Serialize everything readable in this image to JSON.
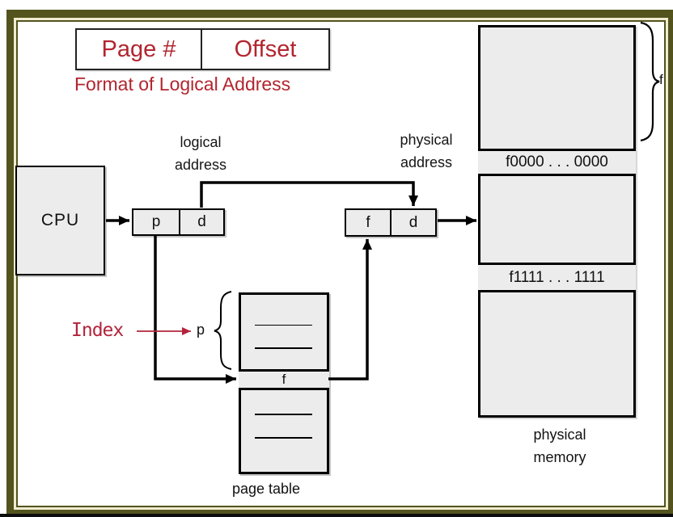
{
  "slide": {
    "format_box": {
      "page_cell": "Page #",
      "offset_cell": "Offset"
    },
    "format_caption": "Format of Logical Address",
    "cpu_label": "CPU",
    "logical_address": {
      "line1": "logical",
      "line2": "address"
    },
    "physical_address": {
      "line1": "physical",
      "line2": "address"
    },
    "pd_register": {
      "p": "p",
      "d": "d"
    },
    "fd_register": {
      "f": "f",
      "d": "d"
    },
    "index_label": "Index",
    "page_table": {
      "p_label": "p",
      "f_entry": "f",
      "caption": "page table"
    },
    "physical_memory": {
      "frame_brace_label": "f",
      "band_f0": "f0000 . . . 0000",
      "band_f1": "f1111 . . . 1111",
      "caption_line1": "physical",
      "caption_line2": "memory"
    }
  },
  "colors": {
    "accent_red": "#b2252f",
    "index_red": "#b3243c",
    "frame_olive": "#53531e",
    "frame_cream": "#efecd0",
    "box_fill": "#ececec",
    "ink": "#000000"
  }
}
